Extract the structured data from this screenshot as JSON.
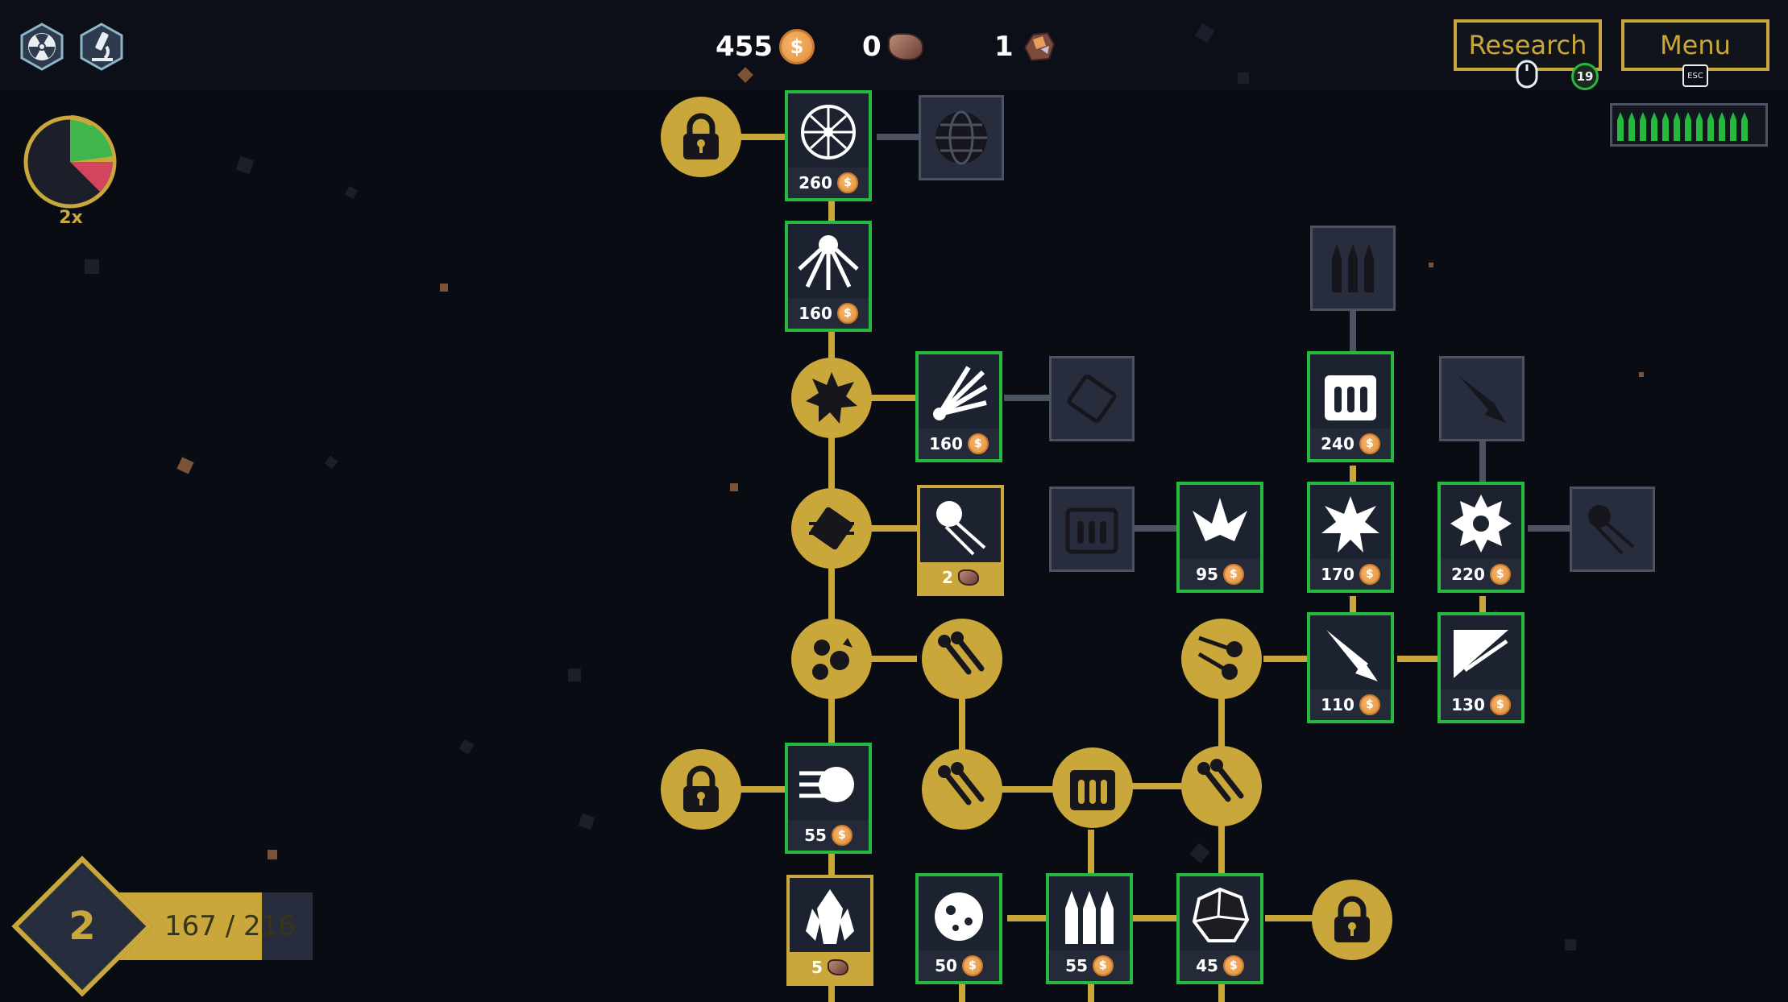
{
  "resources": {
    "coins": "455",
    "coin_symbol": "$",
    "ore": "0",
    "crystal": "1"
  },
  "buttons": {
    "research": "Research",
    "research_badge": "19",
    "menu": "Menu",
    "menu_key": "ESC"
  },
  "speed": {
    "label": "2x"
  },
  "level": {
    "number": "2",
    "xp_text": "167 / 216",
    "progress": 0.773
  },
  "ammo": {
    "count": 12
  },
  "colors": {
    "gold": "#c9a73a",
    "owned_green": "#27b83f",
    "locked_grey": "#4b5262",
    "background": "#0a0c14"
  },
  "tree": {
    "cards": [
      {
        "id": "orbital-web",
        "price": "260",
        "owned": true,
        "icon": "orbital-web-icon"
      },
      {
        "id": "sunburst",
        "price": "160",
        "owned": true,
        "icon": "sunburst-icon"
      },
      {
        "id": "spread-shot",
        "price": "160",
        "owned": true,
        "icon": "spread-shot-icon"
      },
      {
        "id": "drill",
        "price": "2",
        "owned": false,
        "currency": "ore",
        "icon": "drill-icon"
      },
      {
        "id": "fighter",
        "price": "95",
        "owned": true,
        "icon": "fighter-icon"
      },
      {
        "id": "ammo-crate",
        "price": "240",
        "owned": true,
        "icon": "ammo-crate-icon"
      },
      {
        "id": "explosion",
        "price": "170",
        "owned": true,
        "icon": "explosion-icon"
      },
      {
        "id": "saw-blade",
        "price": "220",
        "owned": true,
        "icon": "saw-blade-icon"
      },
      {
        "id": "missile",
        "price": "110",
        "owned": true,
        "icon": "missile-icon"
      },
      {
        "id": "shredder",
        "price": "130",
        "owned": true,
        "icon": "shredder-icon"
      },
      {
        "id": "comet-swarm",
        "price": "55",
        "owned": true,
        "icon": "comet-swarm-icon"
      },
      {
        "id": "crystal",
        "price": "5",
        "owned": false,
        "currency": "ore",
        "icon": "crystal-icon"
      },
      {
        "id": "asteroid",
        "price": "50",
        "owned": true,
        "icon": "asteroid-icon"
      },
      {
        "id": "bullets",
        "price": "55",
        "owned": true,
        "icon": "bullets-icon"
      },
      {
        "id": "rock",
        "price": "45",
        "owned": true,
        "icon": "rock-icon"
      }
    ]
  }
}
